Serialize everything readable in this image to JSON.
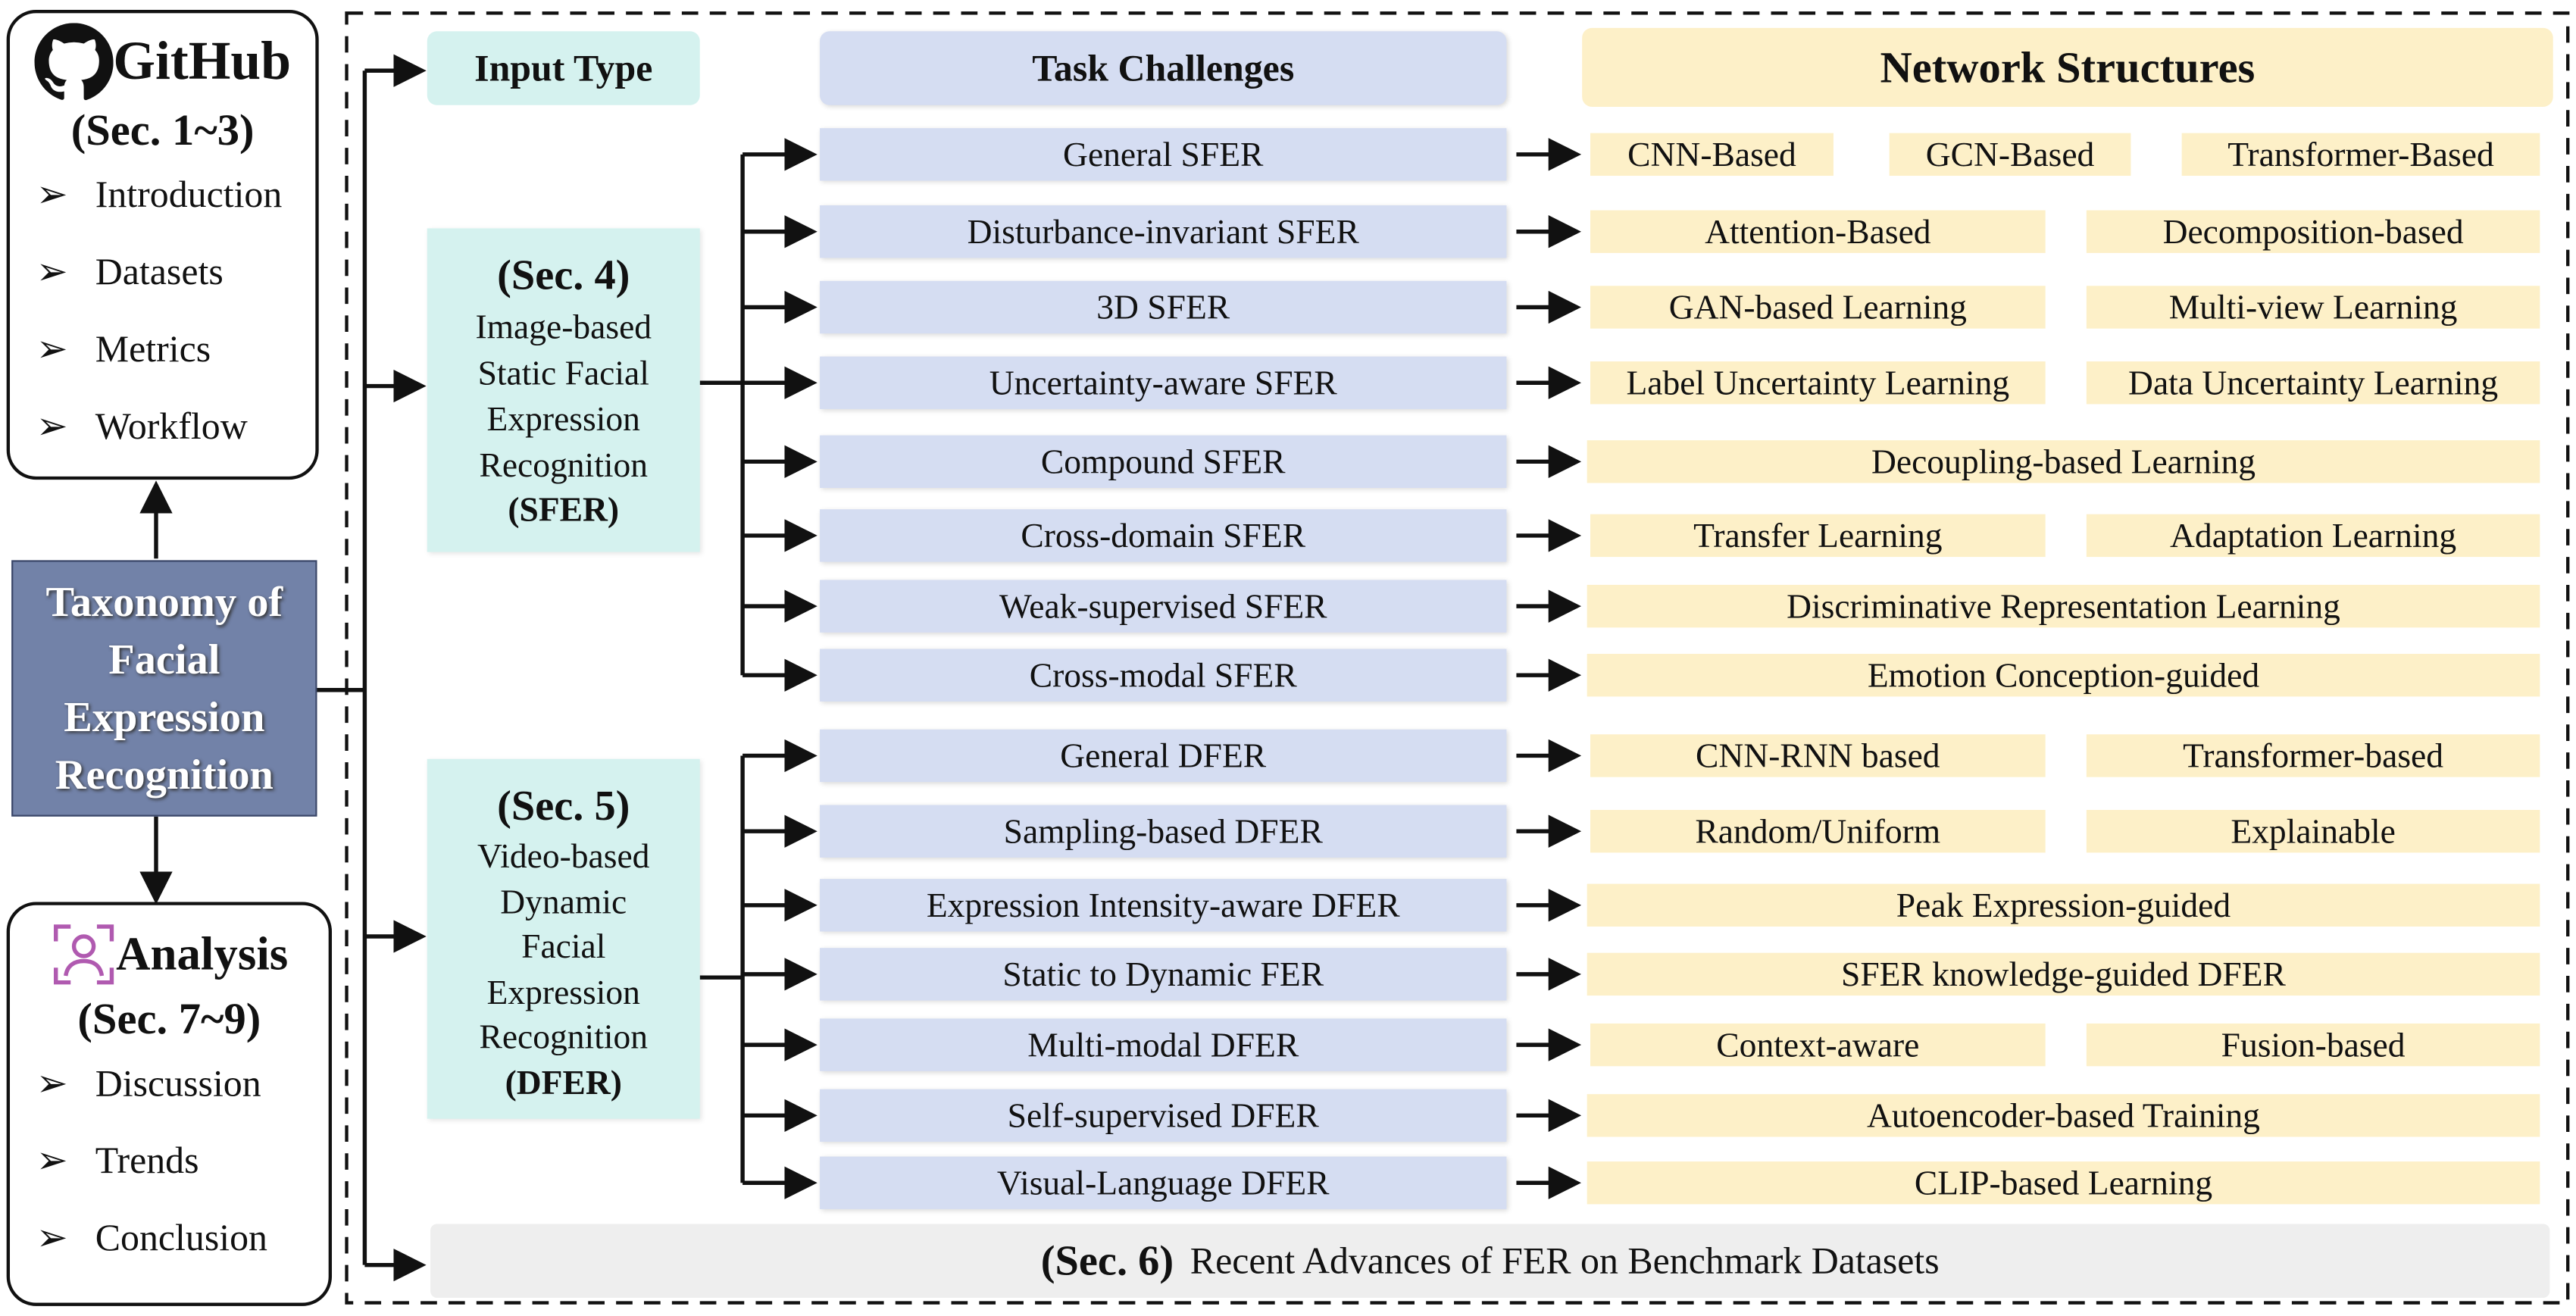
{
  "github": {
    "title": "GitHub",
    "section": "(Sec. 1~3)",
    "items": [
      "Introduction",
      "Datasets",
      "Metrics",
      "Workflow"
    ]
  },
  "taxonomy": "Taxonomy of Facial Expression Recognition",
  "analysis": {
    "title": "Analysis",
    "section": "(Sec. 7~9)",
    "items": [
      "Discussion",
      "Trends",
      "Conclusion"
    ]
  },
  "headers": {
    "input_type": "Input Type",
    "task_challenges": "Task Challenges",
    "network_structures": "Network Structures"
  },
  "sfer": {
    "section": "(Sec. 4)",
    "lines": [
      "Image-based",
      "Static Facial",
      "Expression",
      "Recognition"
    ],
    "abbr": "(SFER)"
  },
  "dfer": {
    "section": "(Sec. 5)",
    "lines": [
      "Video-based",
      "Dynamic",
      "Facial",
      "Expression",
      "Recognition"
    ],
    "abbr": "(DFER)"
  },
  "rows": [
    {
      "task": "General SFER",
      "structures": [
        "CNN-Based",
        "GCN-Based",
        "Transformer-Based"
      ]
    },
    {
      "task": "Disturbance-invariant SFER",
      "structures": [
        "Attention-Based",
        "Decomposition-based"
      ]
    },
    {
      "task": "3D SFER",
      "structures": [
        "GAN-based Learning",
        "Multi-view Learning"
      ]
    },
    {
      "task": "Uncertainty-aware SFER",
      "structures": [
        "Label Uncertainty Learning",
        "Data Uncertainty Learning"
      ]
    },
    {
      "task": "Compound SFER",
      "structures": [
        "Decoupling-based  Learning"
      ]
    },
    {
      "task": "Cross-domain SFER",
      "structures": [
        "Transfer Learning",
        "Adaptation Learning"
      ]
    },
    {
      "task": "Weak-supervised SFER",
      "structures": [
        "Discriminative Representation Learning"
      ]
    },
    {
      "task": "Cross-modal SFER",
      "structures": [
        "Emotion Conception-guided"
      ]
    },
    {
      "task": "General DFER",
      "structures": [
        "CNN-RNN based",
        "Transformer-based"
      ]
    },
    {
      "task": "Sampling-based DFER",
      "structures": [
        "Random/Uniform",
        "Explainable"
      ]
    },
    {
      "task": "Expression Intensity-aware DFER",
      "structures": [
        "Peak Expression-guided"
      ]
    },
    {
      "task": "Static to Dynamic FER",
      "structures": [
        "SFER knowledge-guided DFER"
      ]
    },
    {
      "task": "Multi-modal DFER",
      "structures": [
        "Context-aware",
        "Fusion-based"
      ]
    },
    {
      "task": "Self-supervised DFER",
      "structures": [
        "Autoencoder-based Training"
      ]
    },
    {
      "task": "Visual-Language DFER",
      "structures": [
        "CLIP-based Learning"
      ]
    }
  ],
  "sec6": {
    "section": "(Sec. 6)",
    "text": "Recent Advances of FER on Benchmark Datasets"
  },
  "colors": {
    "teal": "#d5f2ef",
    "lavender": "#d5ddf2",
    "yellow": "#fdf0c8",
    "taxonomy": "#7282a8",
    "gray": "#eeeeee"
  }
}
